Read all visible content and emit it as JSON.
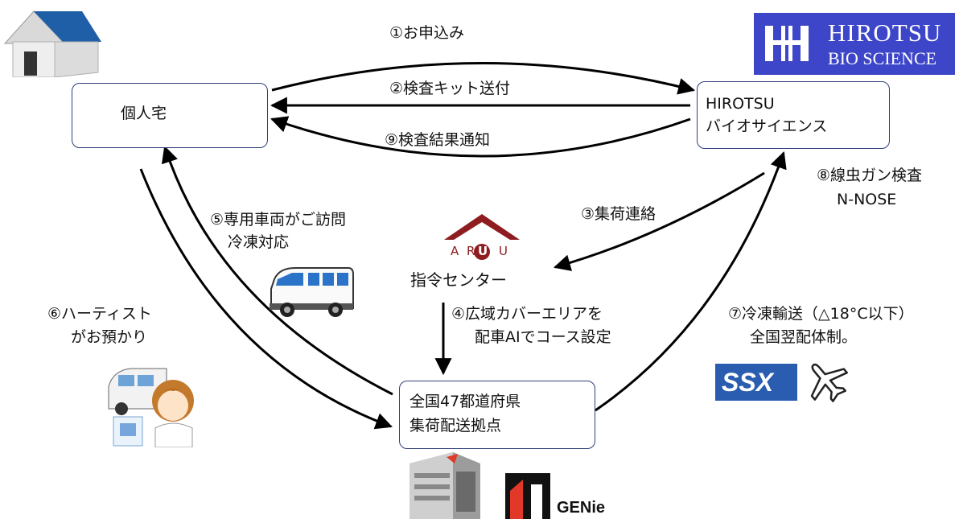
{
  "nodes": {
    "home": "個人宅",
    "hirotsu": [
      "HIROTSU",
      "バイオサイエンス"
    ],
    "center": "指令センター",
    "hub": [
      "全国47都道府県",
      "集荷配送拠点"
    ]
  },
  "steps": {
    "s1": "①お申込み",
    "s2": "②検査キット送付",
    "s9": "⑨検査結果通知",
    "s3": "③集荷連絡",
    "s8": [
      "⑧線虫ガン検査",
      "N-NOSE"
    ],
    "s5": [
      "⑤専用車両がご訪問",
      "冷凍対応"
    ],
    "s6": [
      "⑥ハーティスト",
      "がお預かり"
    ],
    "s4": [
      "④広域カバーエリアを",
      "配車AIでコース設定"
    ],
    "s7": [
      "⑦冷凍輸送（△18°C以下）",
      "全国翌配体制。"
    ]
  },
  "logos": {
    "hirotsu": [
      "HIROTSU",
      "BIO SCIENCE"
    ],
    "aru": [
      "A",
      "R",
      "U",
      "U"
    ],
    "ssx": "SSX",
    "genie": "GENie"
  },
  "colors": {
    "box_border": "#2f3f7a",
    "hirotsu_logo_bg": "#3d45c8",
    "aru_red": "#8e1c20",
    "ssx_blue": "#2a5cb0"
  },
  "icons": [
    "house-icon",
    "van-icon",
    "staff-woman-icon",
    "airplane-icon",
    "warehouse-building-icon"
  ]
}
